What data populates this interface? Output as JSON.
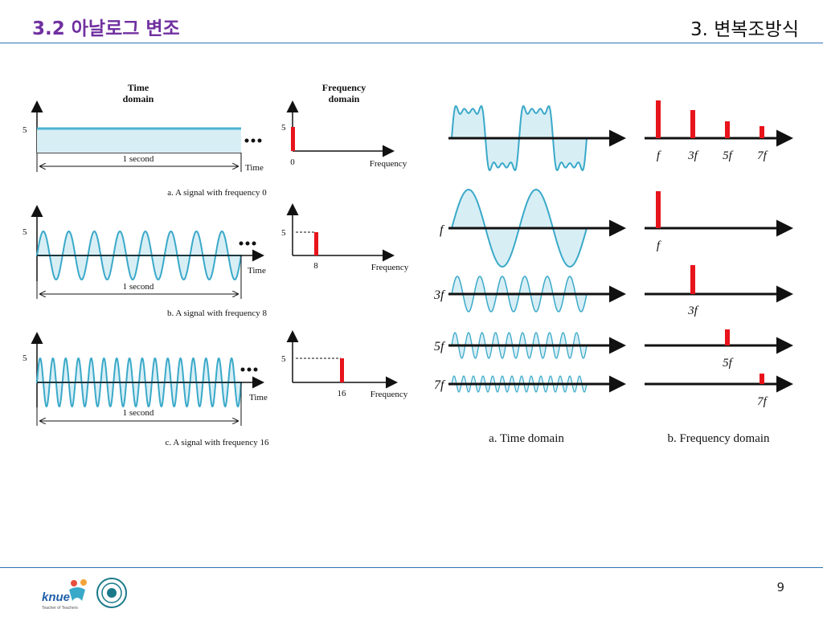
{
  "header": {
    "title": "3.2 아날로그 변조",
    "topic": "3. 변복조방식"
  },
  "footer": {
    "page_number": "9",
    "logo_text": "knue",
    "logo_subtext": "Teacher of Teachers"
  },
  "colors": {
    "title": "#7030a0",
    "rule": "#2e75b6",
    "wave": "#3aa9c9",
    "wave_fill": "#cde9f2",
    "spectrum": "#e8141b"
  },
  "left_figure": {
    "time_heading": [
      "Time",
      "domain"
    ],
    "freq_heading": [
      "Frequency",
      "domain"
    ],
    "panels": [
      {
        "amp_label": "5",
        "duration_label": "1 second",
        "time_label": "Time",
        "freq_value_label": "0",
        "freq_amp_label": "5",
        "freq_axis_label": "Frequency",
        "caption": "a. A signal with frequency 0",
        "frequency": 0
      },
      {
        "amp_label": "5",
        "duration_label": "1 second",
        "time_label": "Time",
        "freq_value_label": "8",
        "freq_amp_label": "5",
        "freq_axis_label": "Frequency",
        "caption": "b. A signal with frequency 8",
        "frequency": 8
      },
      {
        "amp_label": "5",
        "duration_label": "1 second",
        "time_label": "Time",
        "freq_value_label": "16",
        "freq_amp_label": "5",
        "freq_axis_label": "Frequency",
        "caption": "c. A signal with frequency 16",
        "frequency": 16
      }
    ]
  },
  "right_figure": {
    "rows": [
      {
        "label": "",
        "harmonic": 0
      },
      {
        "label": "f",
        "harmonic": 1
      },
      {
        "label": "3f",
        "harmonic": 3
      },
      {
        "label": "5f",
        "harmonic": 5
      },
      {
        "label": "7f",
        "harmonic": 7
      }
    ],
    "spectrum_labels": [
      "f",
      "3f",
      "5f",
      "7f"
    ],
    "time_caption": "a. Time domain",
    "freq_caption": "b. Frequency domain"
  }
}
